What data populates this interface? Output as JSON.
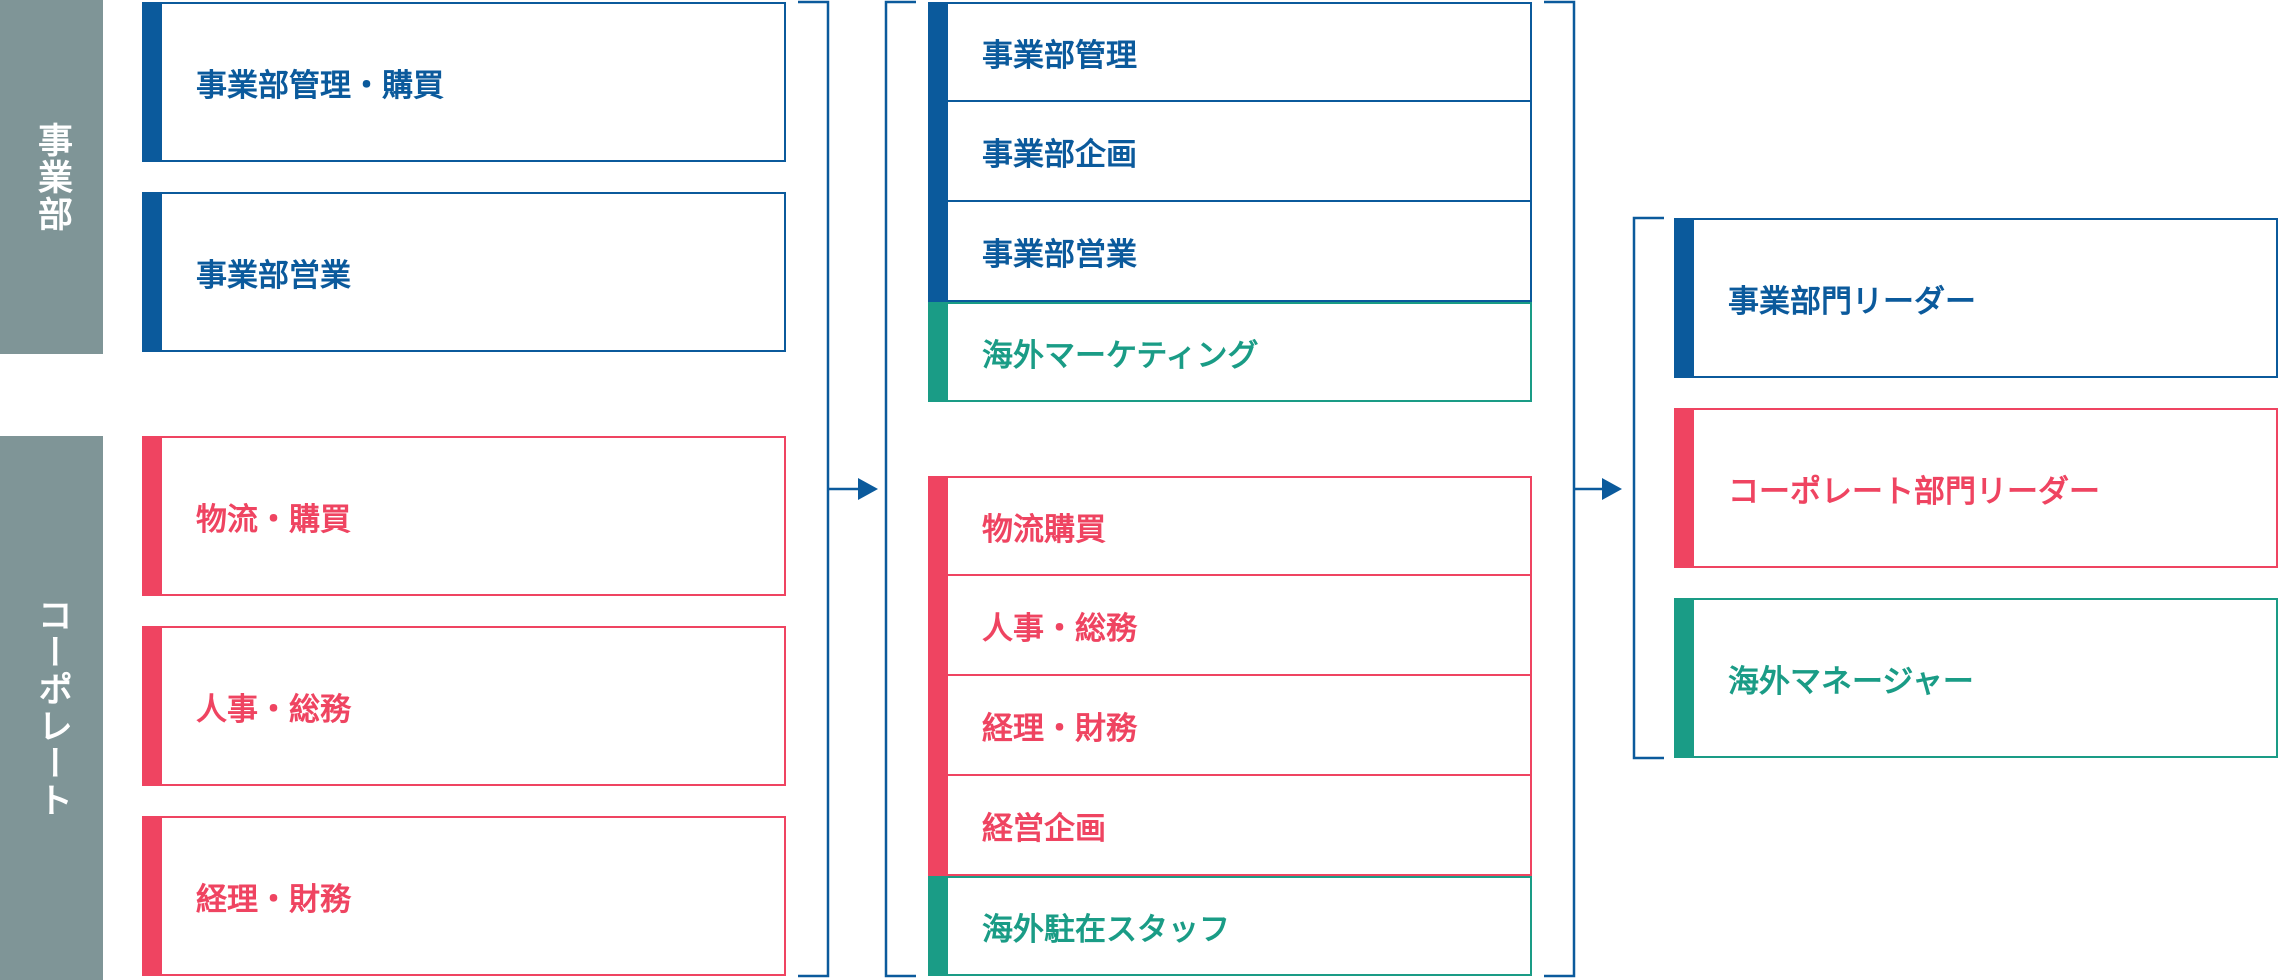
{
  "categories": {
    "jigyobu": "事業部",
    "corporate": "コーポレート"
  },
  "column1": [
    {
      "label": "事業部管理・購買",
      "color": "blue"
    },
    {
      "label": "事業部営業",
      "color": "blue"
    },
    {
      "label": "物流・購買",
      "color": "red"
    },
    {
      "label": "人事・総務",
      "color": "red"
    },
    {
      "label": "経理・財務",
      "color": "red"
    }
  ],
  "column2_top": [
    {
      "label": "事業部管理",
      "color": "blue"
    },
    {
      "label": "事業部企画",
      "color": "blue"
    },
    {
      "label": "事業部営業",
      "color": "blue"
    },
    {
      "label": "海外マーケティング",
      "color": "green"
    }
  ],
  "column2_bottom": [
    {
      "label": "物流購買",
      "color": "red"
    },
    {
      "label": "人事・総務",
      "color": "red"
    },
    {
      "label": "経理・財務",
      "color": "red"
    },
    {
      "label": "経営企画",
      "color": "red"
    },
    {
      "label": "海外駐在スタッフ",
      "color": "green"
    }
  ],
  "column3": [
    {
      "label": "事業部門リーダー",
      "color": "blue"
    },
    {
      "label": "コーポレート部門リーダー",
      "color": "red"
    },
    {
      "label": "海外マネージャー",
      "color": "green"
    }
  ],
  "colors": {
    "blue": "#0b5a9c",
    "red": "#ef4461",
    "green": "#1a9c86",
    "gray": "#7f9597"
  }
}
